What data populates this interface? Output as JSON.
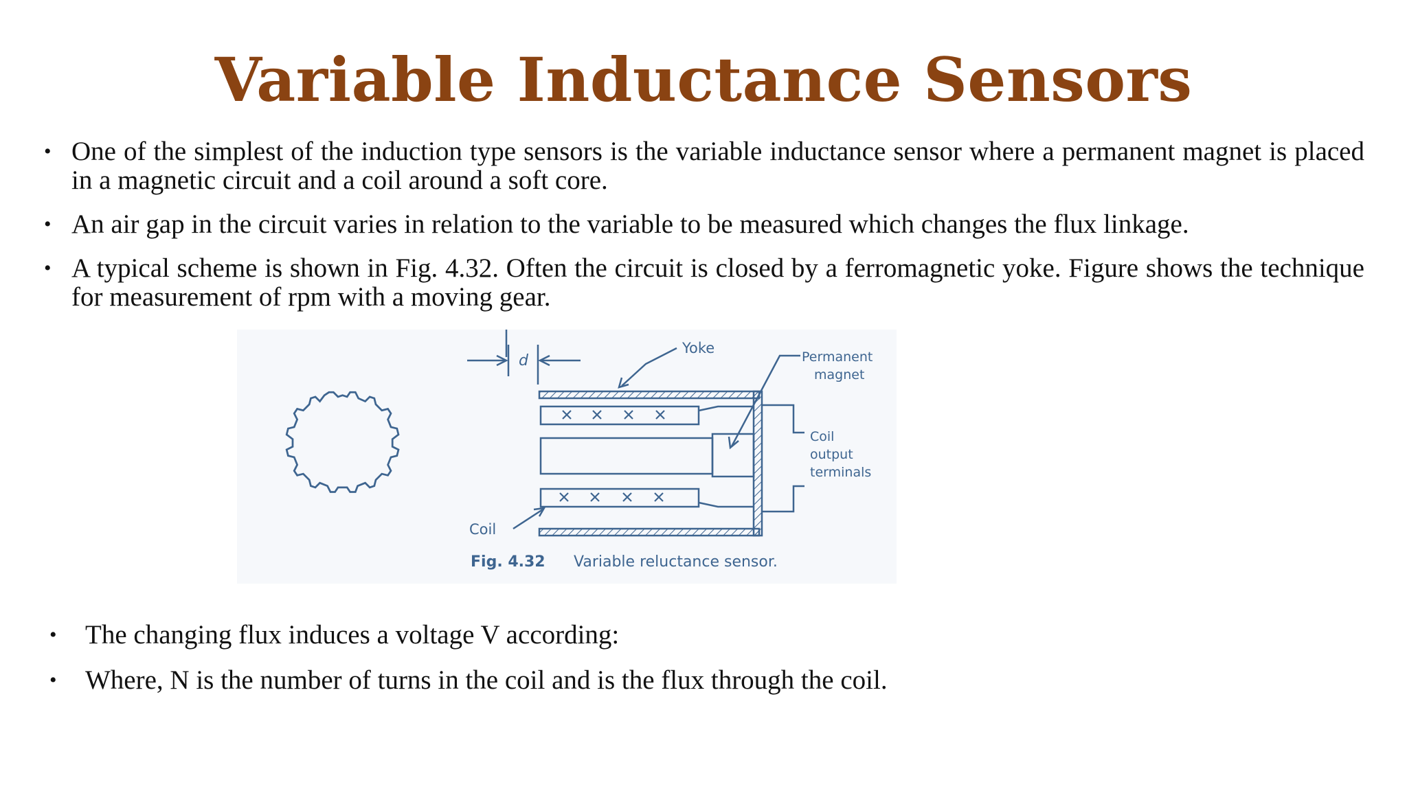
{
  "slide": {
    "title": "Variable Inductance Sensors",
    "bullets_top": [
      "One of the simplest of the induction type sensors is the variable inductance sensor where a permanent magnet is placed in a magnetic circuit and a coil around a soft core.",
      "An air gap in the circuit varies in relation to the variable to be measured which changes the flux linkage.",
      " A typical scheme is shown in Fig. 4.32. Often the circuit is closed by a ferromagnetic yoke. Figure shows the technique for measurement of rpm with a moving gear."
    ],
    "bullets_bottom": [
      "The changing flux induces a voltage V according:",
      "Where, N is the number of turns in the coil and  is the flux through the coil."
    ]
  },
  "figure": {
    "label_d": "d",
    "label_yoke": "Yoke",
    "label_permanent": "Permanent",
    "label_magnet": "magnet",
    "label_coil_out_1": "Coil",
    "label_coil_out_2": "output",
    "label_coil_out_3": "terminals",
    "label_coil": "Coil",
    "caption_number": "Fig. 4.32",
    "caption_text": "Variable reluctance sensor.",
    "line_color": "#3e6590"
  }
}
